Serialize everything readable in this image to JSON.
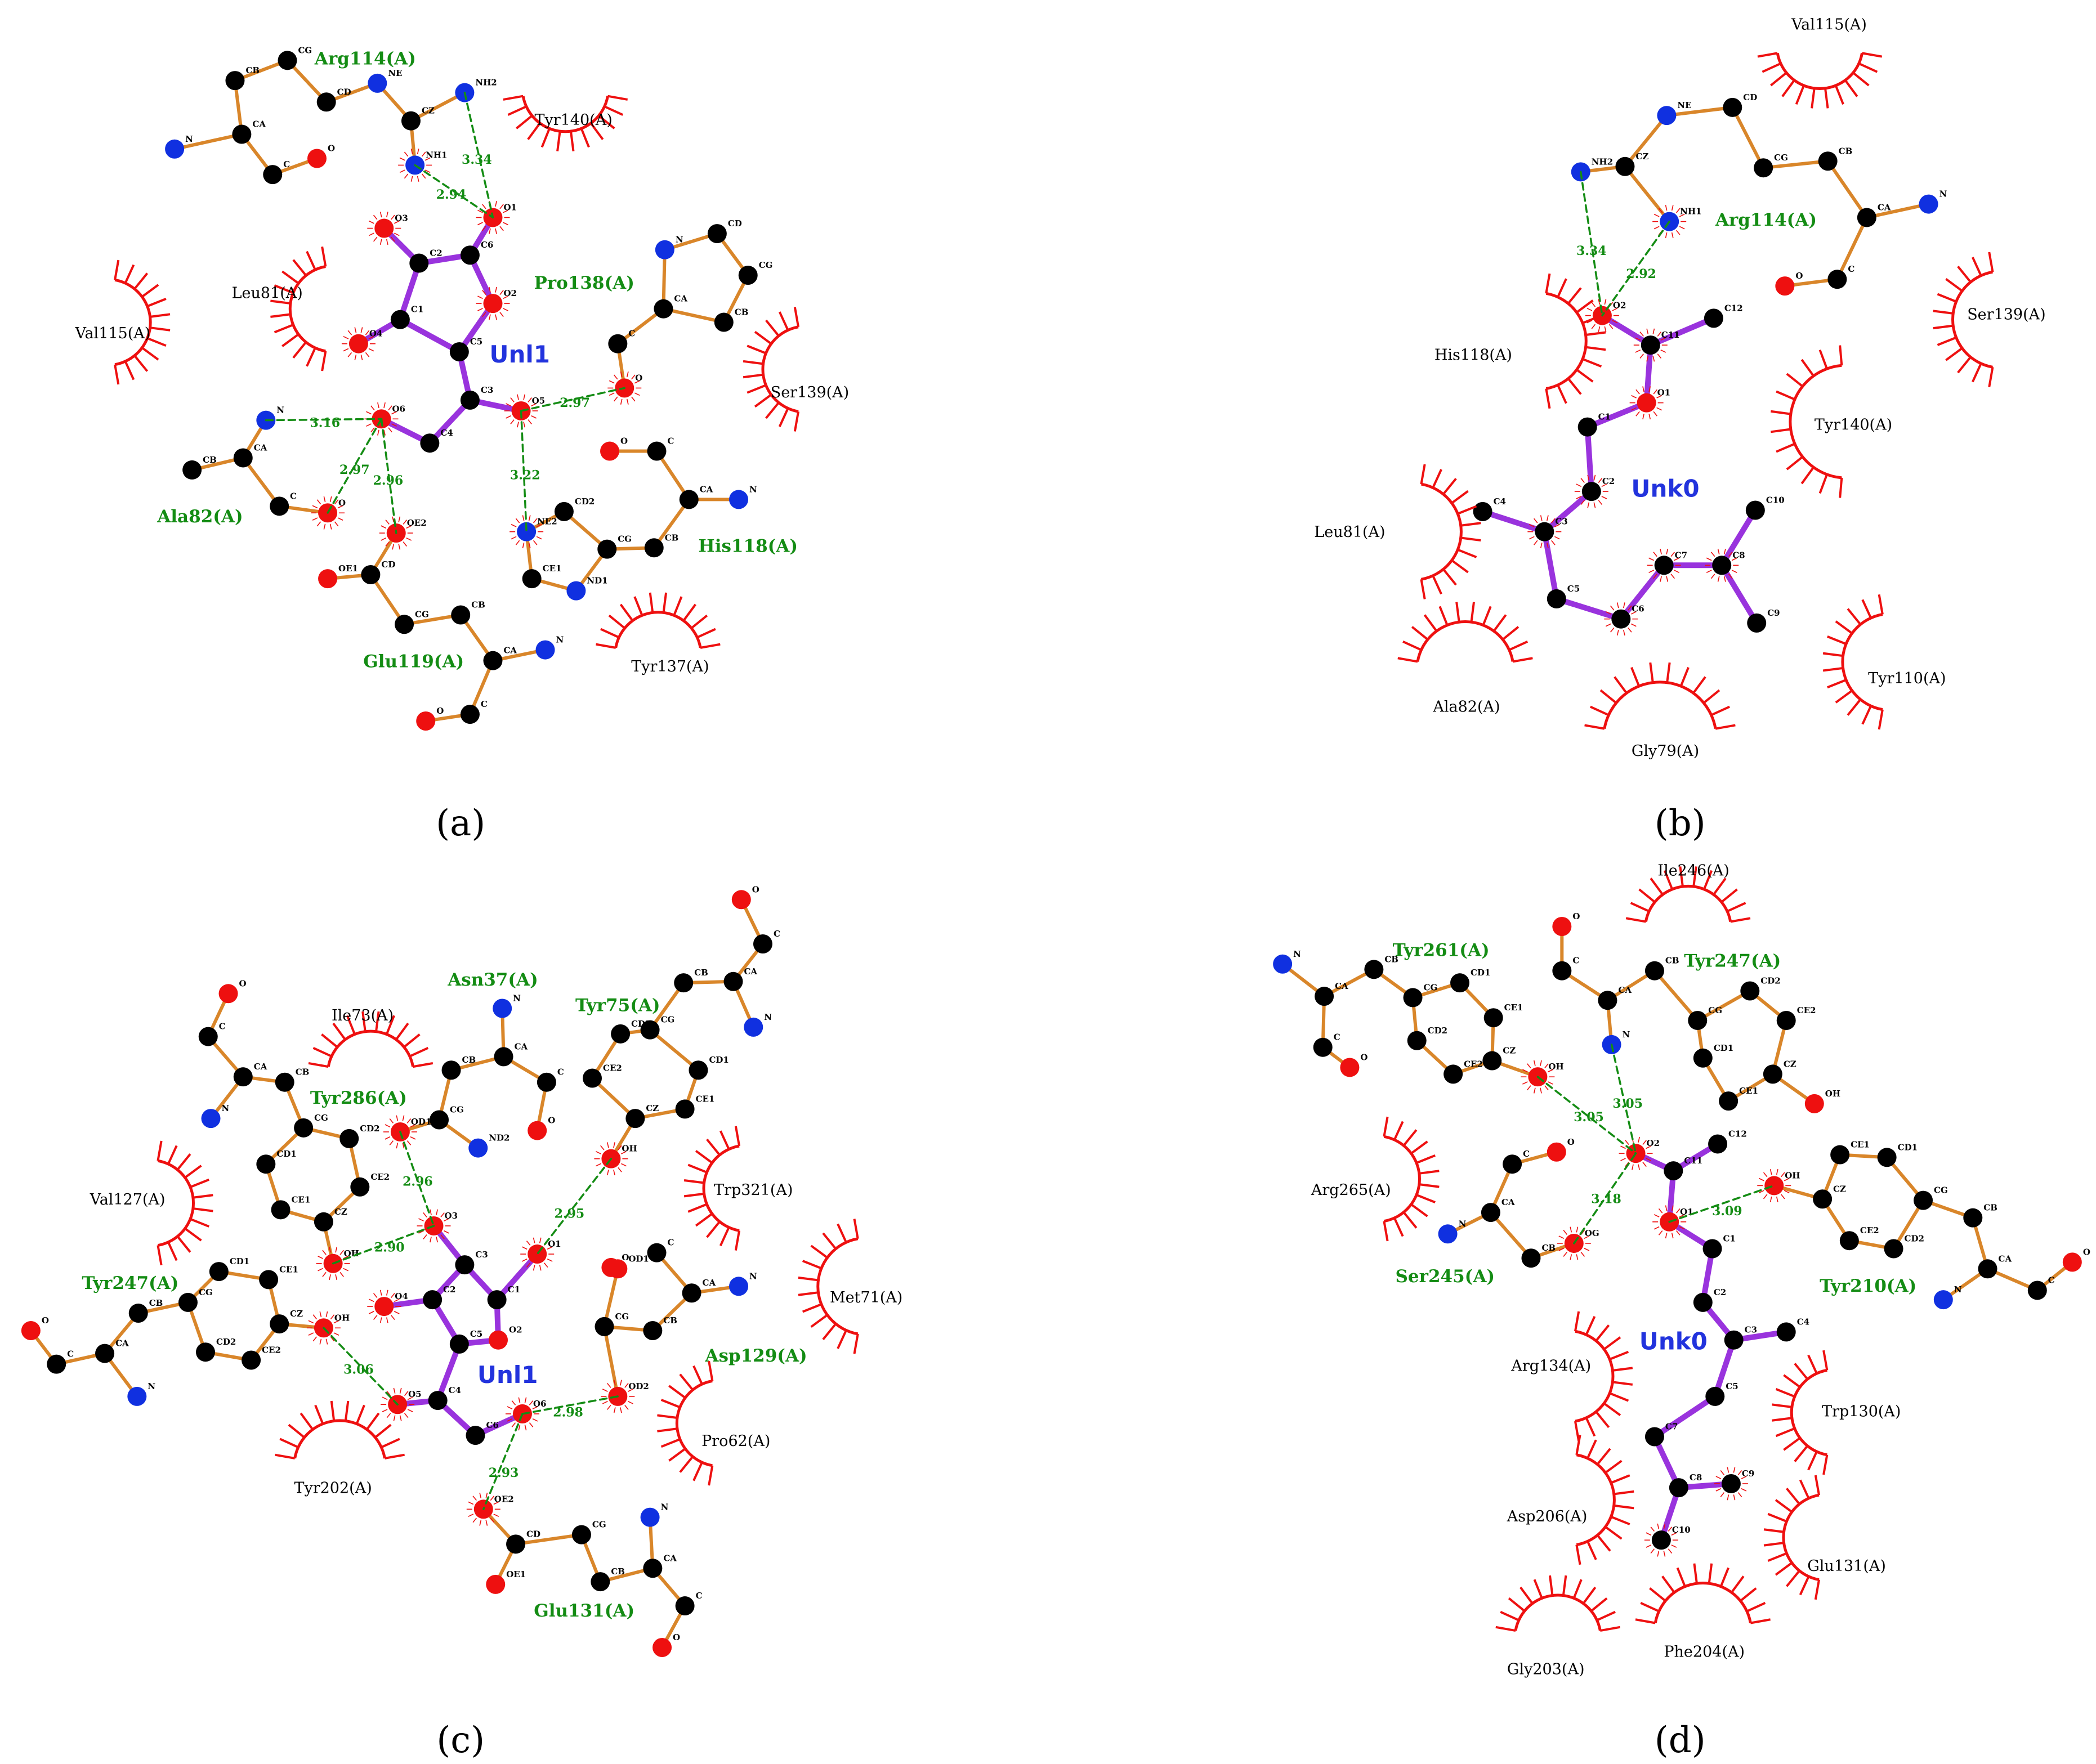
{
  "colors": {
    "carbon": "#000000",
    "nitrogen": "#1030e0",
    "oxygen": "#ee1010",
    "residue_bond": "#d9862a",
    "ligand_bond": "#9933dd",
    "hbond": "#148c14",
    "hydrophobic": "#ee1010",
    "hbond_residue_label": "#148c14",
    "ligand_label": "#2233dd"
  },
  "panels": [
    {
      "label": "(a)",
      "ligand": "Unl1",
      "residues_hbond": [
        "Arg114(A)",
        "Pro138(A)",
        "Ala82(A)",
        "His118(A)",
        "Glu119(A)"
      ],
      "residues_hydrophobic": [
        "Tyr140(A)",
        "Leu81(A)",
        "Val115(A)",
        "Ser139(A)",
        "Tyr137(A)"
      ],
      "hbond_distances": [
        "3.34",
        "2.94",
        "2.97",
        "3.16",
        "2.97",
        "2.96",
        "3.22"
      ]
    },
    {
      "label": "(b)",
      "ligand": "Unk0",
      "residues_hbond": [
        "Arg114(A)"
      ],
      "residues_hydrophobic": [
        "Val115(A)",
        "Ser139(A)",
        "His118(A)",
        "Tyr140(A)",
        "Leu81(A)",
        "Ala82(A)",
        "Gly79(A)",
        "Tyr110(A)"
      ],
      "hbond_distances": [
        "3.34",
        "2.92"
      ]
    },
    {
      "label": "(c)",
      "ligand": "Unl1",
      "residues_hbond": [
        "Asn37(A)",
        "Tyr75(A)",
        "Tyr286(A)",
        "Tyr247(A)",
        "Asp129(A)",
        "Glu131(A)"
      ],
      "residues_hydrophobic": [
        "Ile73(A)",
        "Val127(A)",
        "Trp321(A)",
        "Met71(A)",
        "Pro62(A)",
        "Tyr202(A)"
      ],
      "hbond_distances": [
        "2.96",
        "2.90",
        "2.95",
        "3.06",
        "2.98",
        "2.93"
      ]
    },
    {
      "label": "(d)",
      "ligand": "Unk0",
      "residues_hbond": [
        "Tyr261(A)",
        "Tyr247(A)",
        "Ser245(A)",
        "Tyr210(A)"
      ],
      "residues_hydrophobic": [
        "Ile246(A)",
        "Arg265(A)",
        "Arg134(A)",
        "Trp130(A)",
        "Asp206(A)",
        "Glu131(A)",
        "Gly203(A)",
        "Phe204(A)"
      ],
      "hbond_distances": [
        "3.05",
        "3.05",
        "3.18",
        "3.09"
      ]
    }
  ]
}
